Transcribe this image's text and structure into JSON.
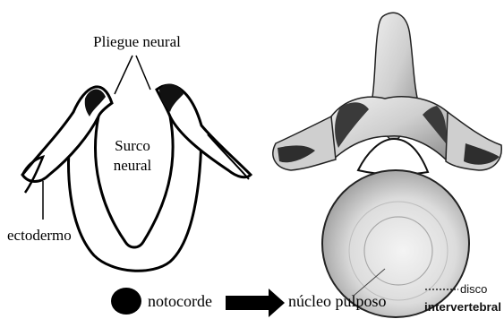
{
  "left_diagram": {
    "label_fold": "Pliegue neural",
    "label_groove_line1": "Surco",
    "label_groove_line2": "neural",
    "label_ectoderm": "ectodermo"
  },
  "legend": {
    "notochord": "notocorde",
    "nucleus": "núcleo pulposo"
  },
  "right_diagram": {
    "disc_line1": "disco",
    "disc_line2": "intervertebral"
  },
  "colors": {
    "ink": "#000000",
    "bone_light": "#e4e4e4",
    "bone_mid": "#bdbdbd",
    "bone_dark": "#3a3a3a"
  },
  "icons": {
    "notochord": "black-ellipse",
    "arrow": "black-arrow-right"
  }
}
